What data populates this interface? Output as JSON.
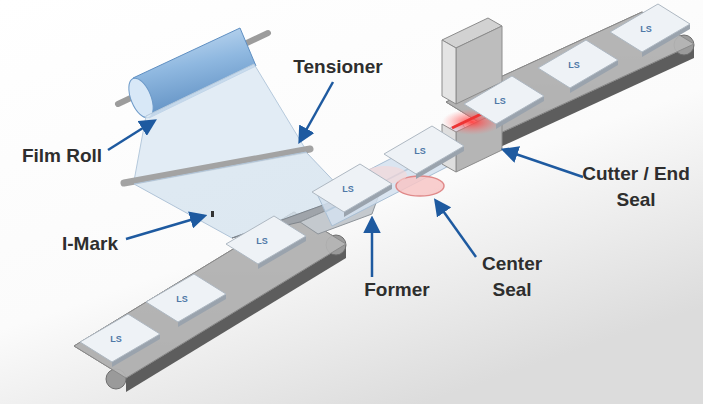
{
  "diagram": {
    "labels": [
      "Tensioner",
      "Film Roll",
      "Cutter / End Seal",
      "I-Mark",
      "Center Seal",
      "Former",
      "LS",
      "LS",
      "LS",
      "LS",
      "LS",
      "LS",
      "LS",
      "LS"
    ]
  }
}
